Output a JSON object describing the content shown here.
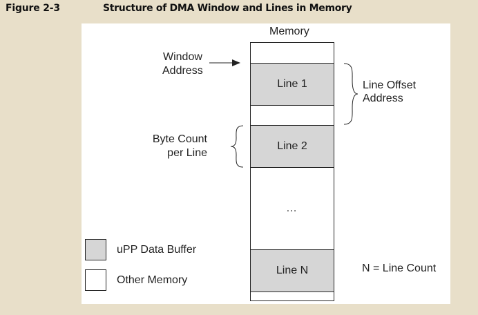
{
  "figure": {
    "number": "Figure 2-3",
    "title": "Structure of DMA Window and Lines in Memory"
  },
  "memory": {
    "label": "Memory",
    "lines": [
      "Line 1",
      "Line 2",
      "Line N"
    ],
    "ellipsis": "…"
  },
  "annotations": {
    "window_address": [
      "Window",
      "Address"
    ],
    "byte_count": [
      "Byte Count",
      "per Line"
    ],
    "line_offset": [
      "Line Offset",
      "Address"
    ],
    "line_count": "N = Line Count"
  },
  "legend": {
    "items": [
      {
        "label": "uPP Data Buffer",
        "color": "#d6d6d6"
      },
      {
        "label": "Other Memory",
        "color": "#ffffff"
      }
    ]
  },
  "colors": {
    "background": "#e8dfc9",
    "panel": "#ffffff",
    "buffer_fill": "#d6d6d6",
    "stroke": "#222222"
  }
}
